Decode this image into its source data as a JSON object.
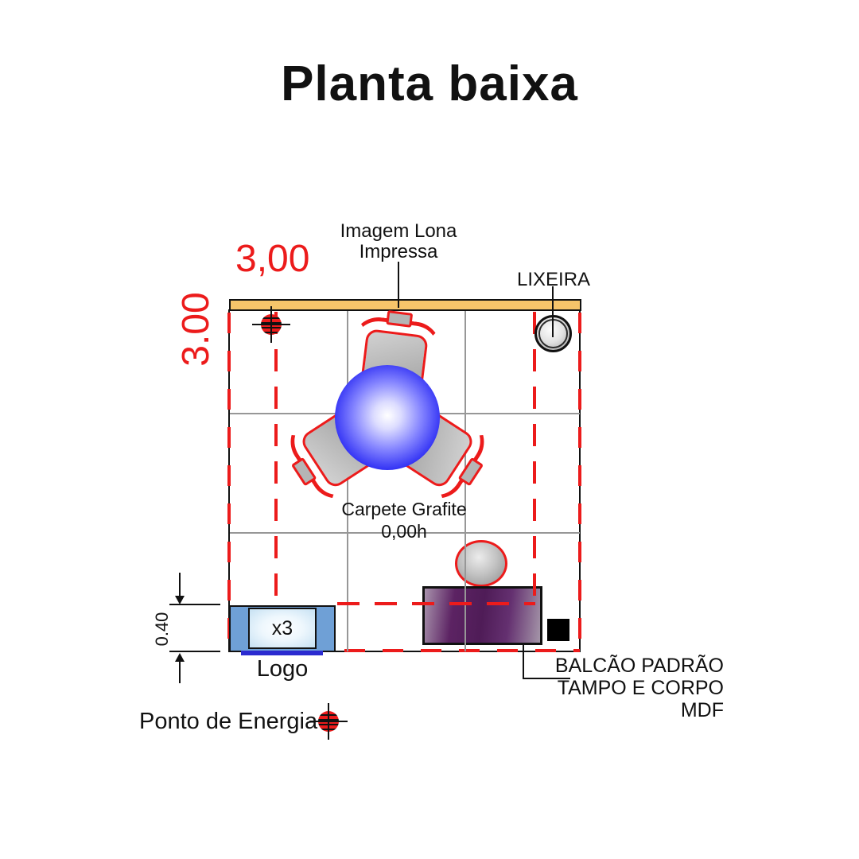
{
  "title": "Planta baixa",
  "plan": {
    "dim_width": "3,00",
    "dim_height": "3.00",
    "dim_counter_depth": "0.40",
    "labels": {
      "banner_line1": "Imagem Lona",
      "banner_line2": "Impressa",
      "trash": "LIXEIRA",
      "carpet_line1": "Carpete Grafite",
      "carpet_line2": "0,00h",
      "logo": "Logo",
      "logo_count": "x3",
      "counter_line1": "BALCÃO PADRÃO",
      "counter_line2": "TAMPO E CORPO MDF"
    }
  },
  "legend": {
    "energy_label": "Ponto de Energia"
  },
  "colors": {
    "accent_red": "#ec1b1b",
    "banner_orange": "#f6c46a",
    "table_blue": "#1212dd",
    "counter_purple": "#4f1c57",
    "logo_panel_blue": "#6fa0d6",
    "logo_strip_blue": "#2b2bd0",
    "grid_gray": "#979797"
  }
}
